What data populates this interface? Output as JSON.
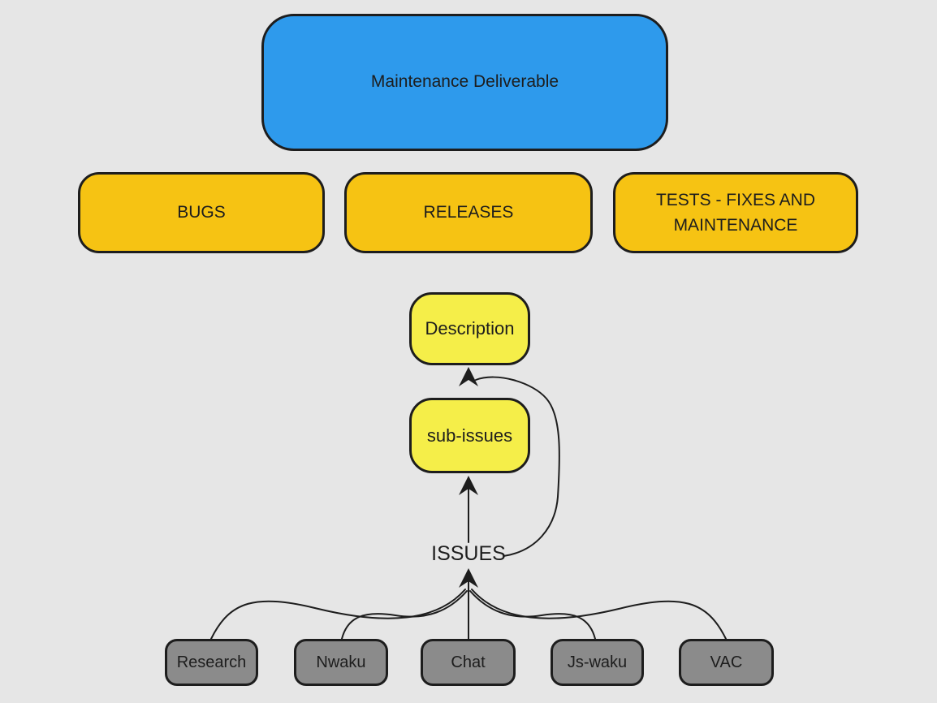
{
  "canvas": {
    "background_color": "#e6e6e6",
    "stroke_color": "#1d1d1d"
  },
  "nodes": {
    "maintenance": {
      "label": "Maintenance Deliverable",
      "fill": "#2e9aec"
    },
    "bugs": {
      "label": "BUGS",
      "fill": "#f6c313"
    },
    "releases": {
      "label": "RELEASES",
      "fill": "#f6c313"
    },
    "tests": {
      "label": "TESTS - FIXES AND MAINTENANCE",
      "fill": "#f6c313"
    },
    "description": {
      "label": "Description",
      "fill": "#f5ee49"
    },
    "sub_issues": {
      "label": "sub-issues",
      "fill": "#f5ee49"
    },
    "issues": {
      "label": "ISSUES"
    },
    "research": {
      "label": "Research",
      "fill": "#8b8b8b"
    },
    "nwaku": {
      "label": "Nwaku",
      "fill": "#8b8b8b"
    },
    "chat": {
      "label": "Chat",
      "fill": "#8b8b8b"
    },
    "js_waku": {
      "label": "Js-waku",
      "fill": "#8b8b8b"
    },
    "vac": {
      "label": "VAC",
      "fill": "#8b8b8b"
    }
  },
  "edges": [
    {
      "from": "ISSUES",
      "to": "sub-issues",
      "style": "straight-arrow"
    },
    {
      "from": "ISSUES",
      "to": "Description",
      "style": "curved-arrow"
    },
    {
      "from": "Research",
      "to": "ISSUES",
      "style": "curved"
    },
    {
      "from": "Nwaku",
      "to": "ISSUES",
      "style": "curved"
    },
    {
      "from": "Chat",
      "to": "ISSUES",
      "style": "straight"
    },
    {
      "from": "Js-waku",
      "to": "ISSUES",
      "style": "curved"
    },
    {
      "from": "VAC",
      "to": "ISSUES",
      "style": "curved"
    }
  ]
}
